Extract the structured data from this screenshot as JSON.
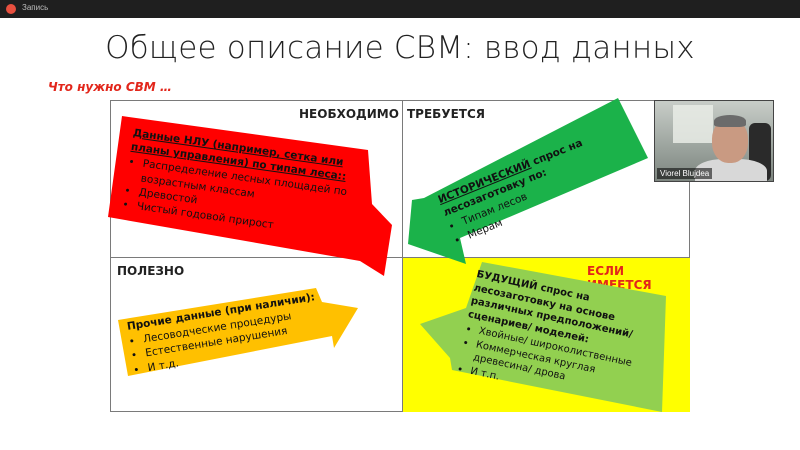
{
  "window": {
    "recording_label": "Запись"
  },
  "slide": {
    "title": "Общее описание СВМ: ввод данных",
    "subtitle": "Что нужно СВМ …",
    "quadrants": {
      "top_left_label": "НЕОБХОДИМО",
      "top_right_label": "ТРЕБУЕТСЯ",
      "bottom_left_label": "ПОЛЕЗНО",
      "bottom_right_label": "ЕСЛИ ИМЕЕТСЯ"
    },
    "cards": {
      "red": {
        "heading": "Данные НЛУ (например, сетка или планы управления) по типам леса::",
        "items": [
          "Распределение лесных площадей по возрастным классам",
          "Древостой",
          "Чистый годовой прирост"
        ]
      },
      "green": {
        "heading_prefix": "ИСТОРИЧЕСКИЙ",
        "heading_rest": " спрос на лесозаготовку по:",
        "items": [
          "Типам лесов",
          "Мерам"
        ]
      },
      "orange": {
        "heading": "Прочие данные (при наличии):",
        "items": [
          "Лесоводческие процедуры",
          "Естественные нарушения",
          "И т.д."
        ]
      },
      "lightgreen": {
        "heading": "БУДУЩИЙ спрос на лесозаготовку на основе различных предположений/сценариев/ моделей:",
        "items": [
          "Хвойные/ широколиственные",
          "Коммерческая круглая древесина/ дрова",
          "И т.п."
        ]
      }
    },
    "colors": {
      "red": "#ff0000",
      "green": "#1bb24a",
      "orange": "#ffc000",
      "light_green": "#92d050",
      "yellow": "#ffff00",
      "accent_red": "#e2261b"
    }
  },
  "video": {
    "participant_name": "Viorel Blujdea"
  }
}
